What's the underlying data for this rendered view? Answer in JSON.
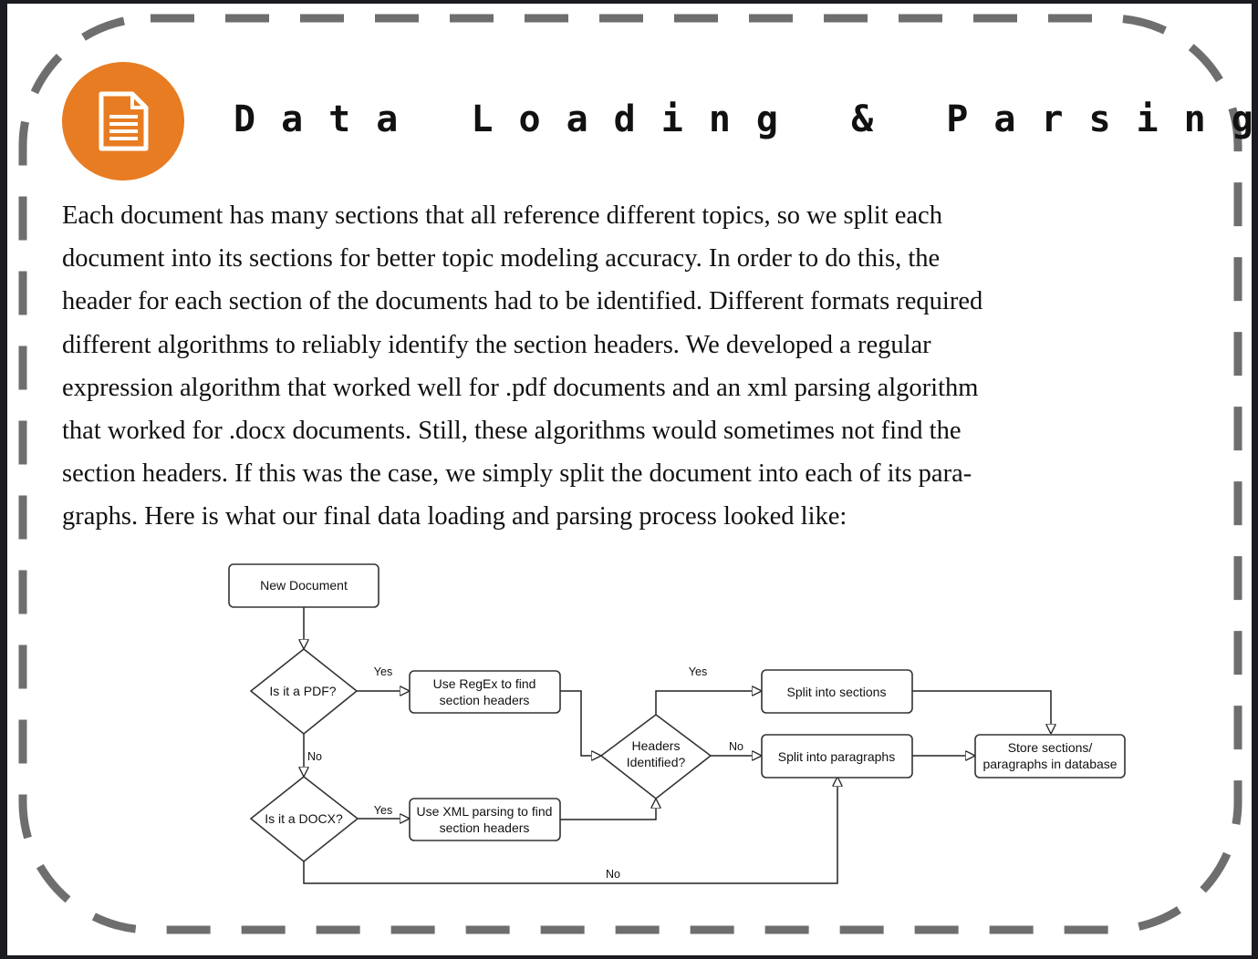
{
  "header": {
    "title": "Data Loading & Parsing",
    "badge_icon": "document-icon",
    "accent_color": "#e87c22"
  },
  "body": {
    "lines": [
      "Each document has many sections that all reference different topics, so we split each",
      "document into its sections for better topic modeling accuracy. In order to do this, the",
      "header for each section of the documents had to be identified. Different formats required",
      "different algorithms to reliably identify the section headers. We developed a regular",
      "expression algorithm that worked well for .pdf documents and an xml parsing algorithm",
      "that worked for .docx documents.  Still, these algorithms would sometimes not find the",
      "section headers. If this was the case, we simply split the document into each of its para-",
      "graphs. Here is what our final data loading and parsing process looked like:"
    ]
  },
  "flowchart": {
    "nodes": {
      "new_document": "New Document",
      "is_pdf": "Is it a PDF?",
      "is_docx": "Is it a DOCX?",
      "regex_line1": "Use RegEx to find",
      "regex_line2": "section headers",
      "xml_line1": "Use XML parsing to find",
      "xml_line2": "section headers",
      "headers_line1": "Headers",
      "headers_line2": "Identified?",
      "split_sections": "Split into sections",
      "split_paragraphs": "Split into paragraphs",
      "store_line1": "Store sections/",
      "store_line2": "paragraphs in database"
    },
    "edge_labels": {
      "pdf_yes": "Yes",
      "pdf_no": "No",
      "docx_yes": "Yes",
      "docx_no": "No",
      "headers_yes": "Yes",
      "headers_no": "No"
    }
  }
}
